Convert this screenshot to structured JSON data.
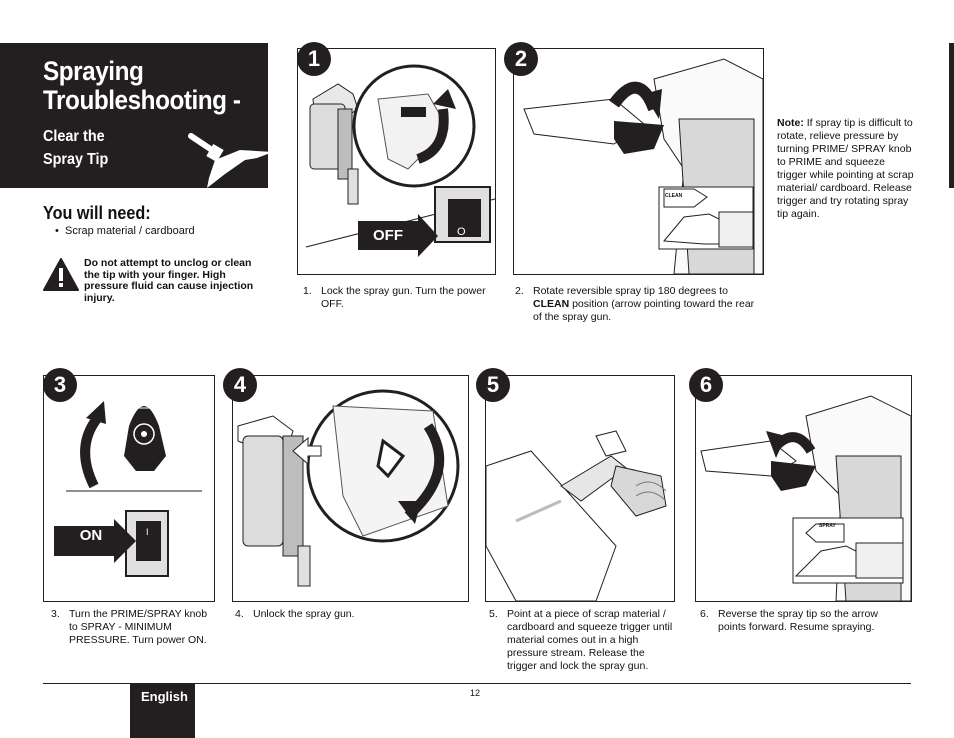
{
  "header": {
    "title_line1": "Spraying",
    "title_line2": "Troubleshooting -",
    "subtitle_line1": "Clear the",
    "subtitle_line2": "Spray Tip"
  },
  "needs": {
    "title": "You will need:",
    "item": "Scrap material / cardboard",
    "bullet": "•"
  },
  "warning": {
    "text": "Do not attempt to unclog or clean the tip with your finger.  High pressure fluid can cause injection injury."
  },
  "steps": [
    {
      "number": "1",
      "caption_num": "1.",
      "caption": "Lock the spray gun.  Turn the power OFF.",
      "switch_label": "OFF",
      "switch_glyph": "O"
    },
    {
      "number": "2",
      "caption_num": "2.",
      "caption_pre": "Rotate reversible spray tip 180 degrees to ",
      "caption_bold": "CLEAN",
      "caption_post": " position (arrow pointing toward the rear of the spray gun.",
      "tip_label": "CLEAN"
    },
    {
      "number": "3",
      "caption_num": "3.",
      "caption": "Turn the PRIME/SPRAY knob to SPRAY - MINIMUM PRESSURE.  Turn power ON.",
      "switch_label": "ON",
      "switch_glyph": "I"
    },
    {
      "number": "4",
      "caption_num": "4.",
      "caption": "Unlock the spray gun."
    },
    {
      "number": "5",
      "caption_num": "5.",
      "caption": "Point at a piece of scrap material / cardboard and squeeze trigger until material comes out in a high pressure stream.  Release the trigger and lock the spray gun."
    },
    {
      "number": "6",
      "caption_num": "6.",
      "caption": "Reverse the spray tip so the arrow points forward.  Resume spraying.",
      "tip_label": "SPRAY"
    }
  ],
  "note": {
    "label": "Note:",
    "text": " If spray tip is difficult to rotate, relieve pressure by turning PRIME/ SPRAY knob to PRIME and squeeze trigger while pointing at scrap material/ cardboard.  Release trigger and try rotating spray tip again."
  },
  "footer": {
    "language": "English",
    "page": "12"
  }
}
